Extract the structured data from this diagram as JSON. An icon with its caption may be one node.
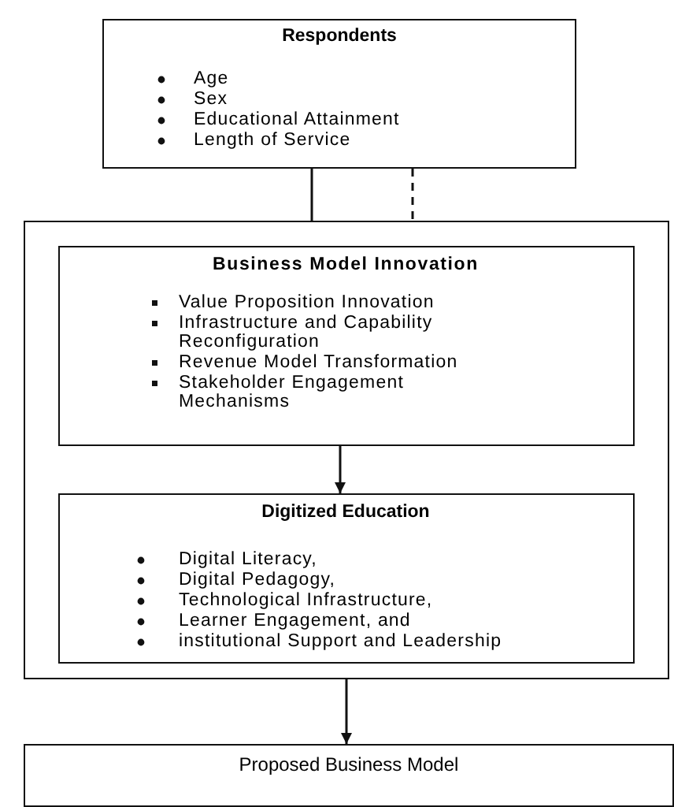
{
  "diagram": {
    "nodes": [
      {
        "text": [
          "Respondents",
          "Age",
          "Sex",
          "Educational Attainment",
          "Length of Service"
        ]
      },
      {
        "text": [],
        "shape": "box"
      },
      {
        "text": [
          "Business Model Innovation",
          "Value Proposition Innovation",
          "Infrastructure and Capability Reconfiguration",
          "Revenue Model Transformation",
          "Stakeholder Engagement Mechanisms"
        ],
        "in": 1
      },
      {
        "text": [
          "Digitized Education",
          "Digital Literacy,",
          "Digital Pedagogy,",
          "Technological Infrastructure,",
          "Learner Engagement, and",
          "institutional Support and Leadership"
        ],
        "in": 1
      },
      {
        "text": [
          "Proposed Business Model"
        ]
      }
    ],
    "edges": [
      {
        "from": 0,
        "to": 1,
        "arrow": "none"
      },
      {
        "from": 0,
        "to": 1,
        "arrow": "none",
        "style": "dashed"
      },
      {
        "from": 2,
        "to": 3,
        "arrow": "to"
      },
      {
        "from": 1,
        "to": 4,
        "arrow": "to"
      }
    ]
  }
}
